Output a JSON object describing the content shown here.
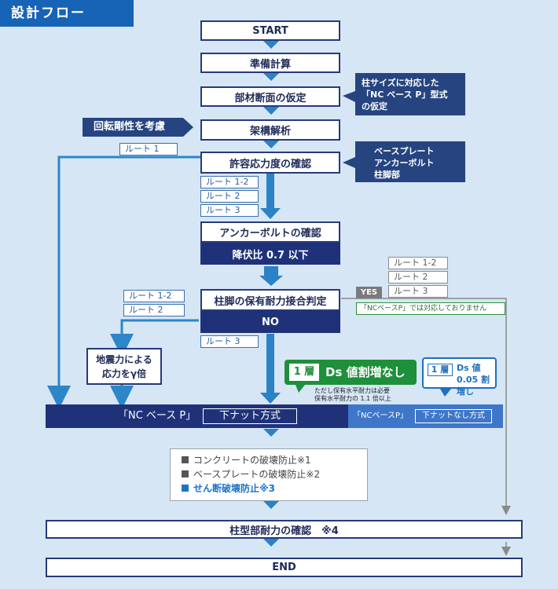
{
  "title": "設計フロー",
  "flow": {
    "start": "START",
    "prep": "準備計算",
    "section": "部材断面の仮定",
    "analysis": "架構解析",
    "allowable": "許容応力度の確認",
    "anchor": "アンカーボルトの確認",
    "anchor_sub": "降伏比 0.7 以下",
    "judge": "柱脚の保有耐力接合判定",
    "judge_no": "NO",
    "seismic": "地震力による\n応力をγ倍",
    "strength": "柱型部耐力の確認　※4",
    "end": "END"
  },
  "callouts": {
    "section_note": "柱サイズに対応した\n「NC ベース P」型式\nの仮定",
    "rotation": "回転剛性を考慮",
    "parts": "ベースプレート\nアンカーボルト\n柱脚部"
  },
  "routes": {
    "r1": "ルート 1",
    "a1": "ルート 1-2",
    "a2": "ルート 2",
    "a3": "ルート 3",
    "g1": "ルート 1-2",
    "g2": "ルート 2",
    "g3": "ルート 3",
    "b1": "ルート 1-2",
    "b2": "ルート 2",
    "c3": "ルート 3"
  },
  "yes": {
    "label": "YES",
    "note": "「NCベースP」では対応しておりません"
  },
  "badges": {
    "one_layer_num": "1 層",
    "one_layer_text": "Ds 値割増なし",
    "one_layer_note": "ただし保有水平耐力は必要\n保有水平耐力の 1.1 倍以上",
    "ds_num": "1 層",
    "ds_text": "Ds 値\n0.05 割増し"
  },
  "bars": {
    "left_label": "「NC ベース P」",
    "left_method": "下ナット方式",
    "right_label": "「NCベースP」",
    "right_method": "下ナットなし方式"
  },
  "notes": [
    {
      "text": "コンクリートの破壊防止※1",
      "accent": false
    },
    {
      "text": "ベースプレートの破壊防止※2",
      "accent": false
    },
    {
      "text": "せん断破壊防止※3",
      "accent": true
    }
  ],
  "colors": {
    "background": "#d6e6f5",
    "navy": "#1f3279",
    "route_line": "#2c86c7",
    "flow_arrow": "#2b82c4",
    "green": "#1e8f3a",
    "gray_line": "#8a8a8a"
  }
}
